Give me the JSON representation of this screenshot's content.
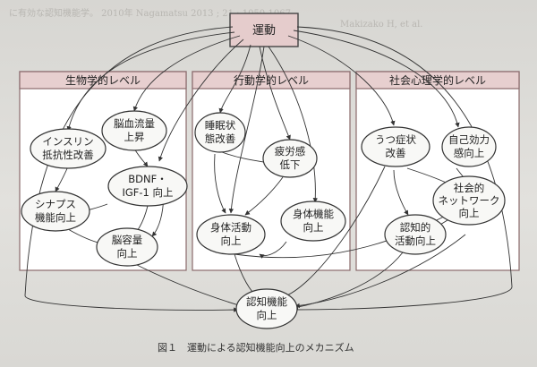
{
  "top": {
    "label": "運動"
  },
  "panels": {
    "bio": "生物学的レベル",
    "beh": "行動学的レベル",
    "psy": "社会心理学的レベル"
  },
  "nodes": {
    "insulin": [
      "インスリン",
      "抵抗性改善"
    ],
    "blood": [
      "脳血流量",
      "上昇"
    ],
    "bdnf": [
      "BDNF・",
      "IGF-1 向上"
    ],
    "synapse": [
      "シナプス",
      "機能向上"
    ],
    "brainvol": [
      "脳容量",
      "向上"
    ],
    "sleep": [
      "睡眠状",
      "態改善"
    ],
    "fatigue": [
      "疲労感",
      "低下"
    ],
    "physact": [
      "身体活動",
      "向上"
    ],
    "physfunc": [
      "身体機能",
      "向上"
    ],
    "depress": [
      "うつ症状",
      "改善"
    ],
    "selfeff": [
      "自己効力",
      "感向上"
    ],
    "network": [
      "社会的",
      "ネットワーク",
      "向上"
    ],
    "cogact": [
      "認知的",
      "活動向上"
    ],
    "cogfunc": [
      "認知機能",
      "向上"
    ]
  },
  "caption": "図１　運動による認知機能向上のメカニズム"
}
